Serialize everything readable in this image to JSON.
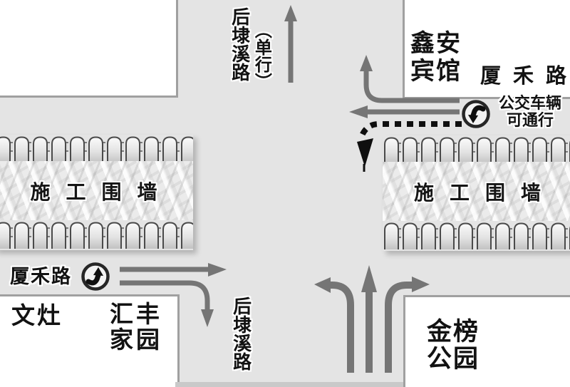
{
  "colors": {
    "background": "#e4e4e4",
    "arrow_gray": "#757575",
    "dash_black": "#0f0f0f",
    "block_fill": "#ffffff",
    "block_border": "#a0a0a0",
    "wall_outline": "#4a4a4a",
    "road_edge_band": "#c9c9c9",
    "text": "#121212"
  },
  "roads": {
    "north_name": "后埭溪路",
    "north_note": "（单行）",
    "east_name": "厦禾路",
    "west_name": "厦禾路",
    "south_name": "后埭溪路"
  },
  "places": {
    "hotel_line1": "鑫安",
    "hotel_line2": "宾馆",
    "wenzao": "文灶",
    "estate_line1": "汇丰",
    "estate_line2": "家园",
    "park_line1": "金榜",
    "park_line2": "公园"
  },
  "walls": {
    "left_label": "施工围墙",
    "right_label": "施工围墙"
  },
  "bus_note": {
    "line1": "公交车辆",
    "line2": "可通行"
  },
  "icons": {
    "west_sign": "curved-turn-arrow-sign",
    "east_sign": "curved-turn-arrow-sign"
  }
}
